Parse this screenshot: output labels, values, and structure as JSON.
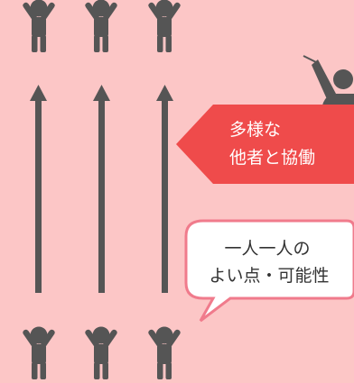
{
  "colors": {
    "background": "#fcc6c6",
    "figure": "#555555",
    "arrow_banner": "#ef4b4b",
    "banner_text": "#ffffff",
    "bubble_fill": "#ffffff",
    "bubble_border": "#f07b8c",
    "bubble_text": "#333333"
  },
  "icons": {
    "person": "person-arms-raised-icon",
    "teacher": "teacher-with-pointer-icon"
  },
  "banner": {
    "line1": "多様な",
    "line2": "他者と協働"
  },
  "bubble": {
    "line1": "一人一人の",
    "line2": "よい点・可能性"
  }
}
